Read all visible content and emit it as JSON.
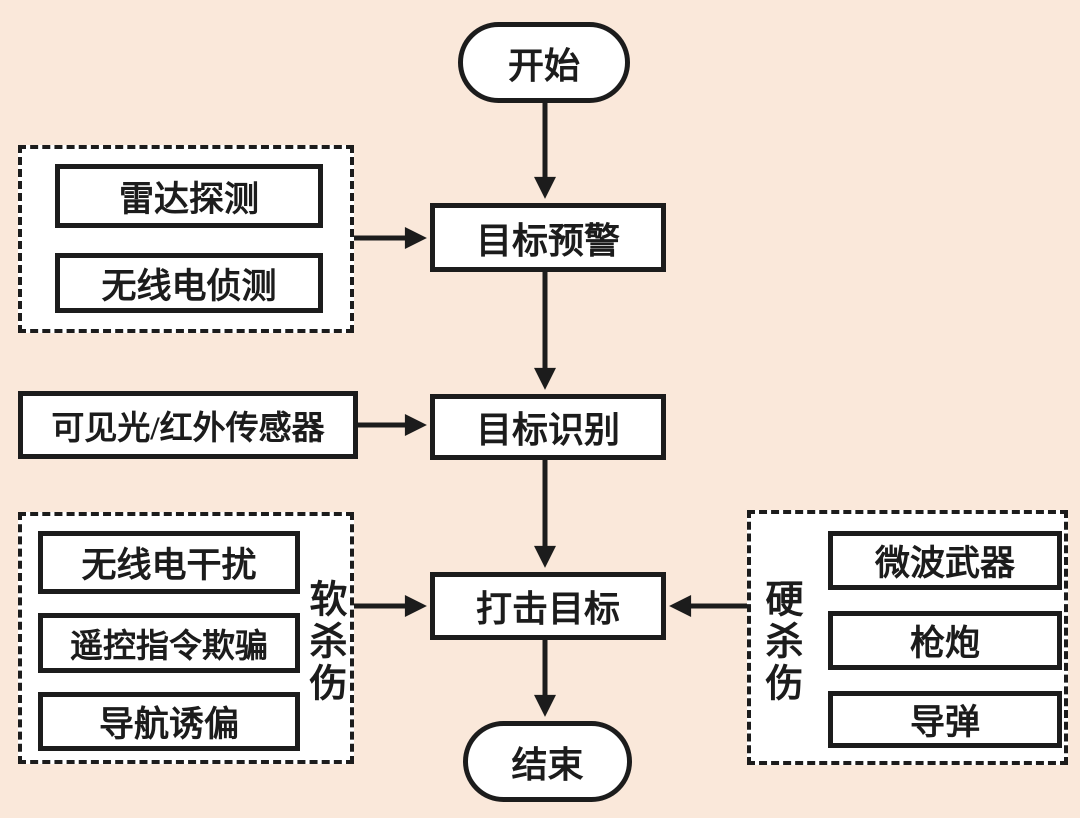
{
  "colors": {
    "background": "#fae8da",
    "ink": "#1c1c1c",
    "box_fill": "#ffffff"
  },
  "nodes": {
    "start": {
      "label": "开始"
    },
    "target_warning": {
      "label": "目标预警"
    },
    "target_identification": {
      "label": "目标识别"
    },
    "strike_target": {
      "label": "打击目标"
    },
    "end": {
      "label": "结束"
    },
    "visible_ir_sensor": {
      "label": "可见光/红外传感器"
    }
  },
  "groups": {
    "detection": {
      "items": [
        {
          "label": "雷达探测"
        },
        {
          "label": "无线电侦测"
        }
      ]
    },
    "soft_kill": {
      "label": "软杀伤",
      "items": [
        {
          "label": "无线电干扰"
        },
        {
          "label": "遥控指令欺骗"
        },
        {
          "label": "导航诱偏"
        }
      ]
    },
    "hard_kill": {
      "label": "硬杀伤",
      "items": [
        {
          "label": "微波武器"
        },
        {
          "label": "枪炮"
        },
        {
          "label": "导弹"
        }
      ]
    }
  }
}
